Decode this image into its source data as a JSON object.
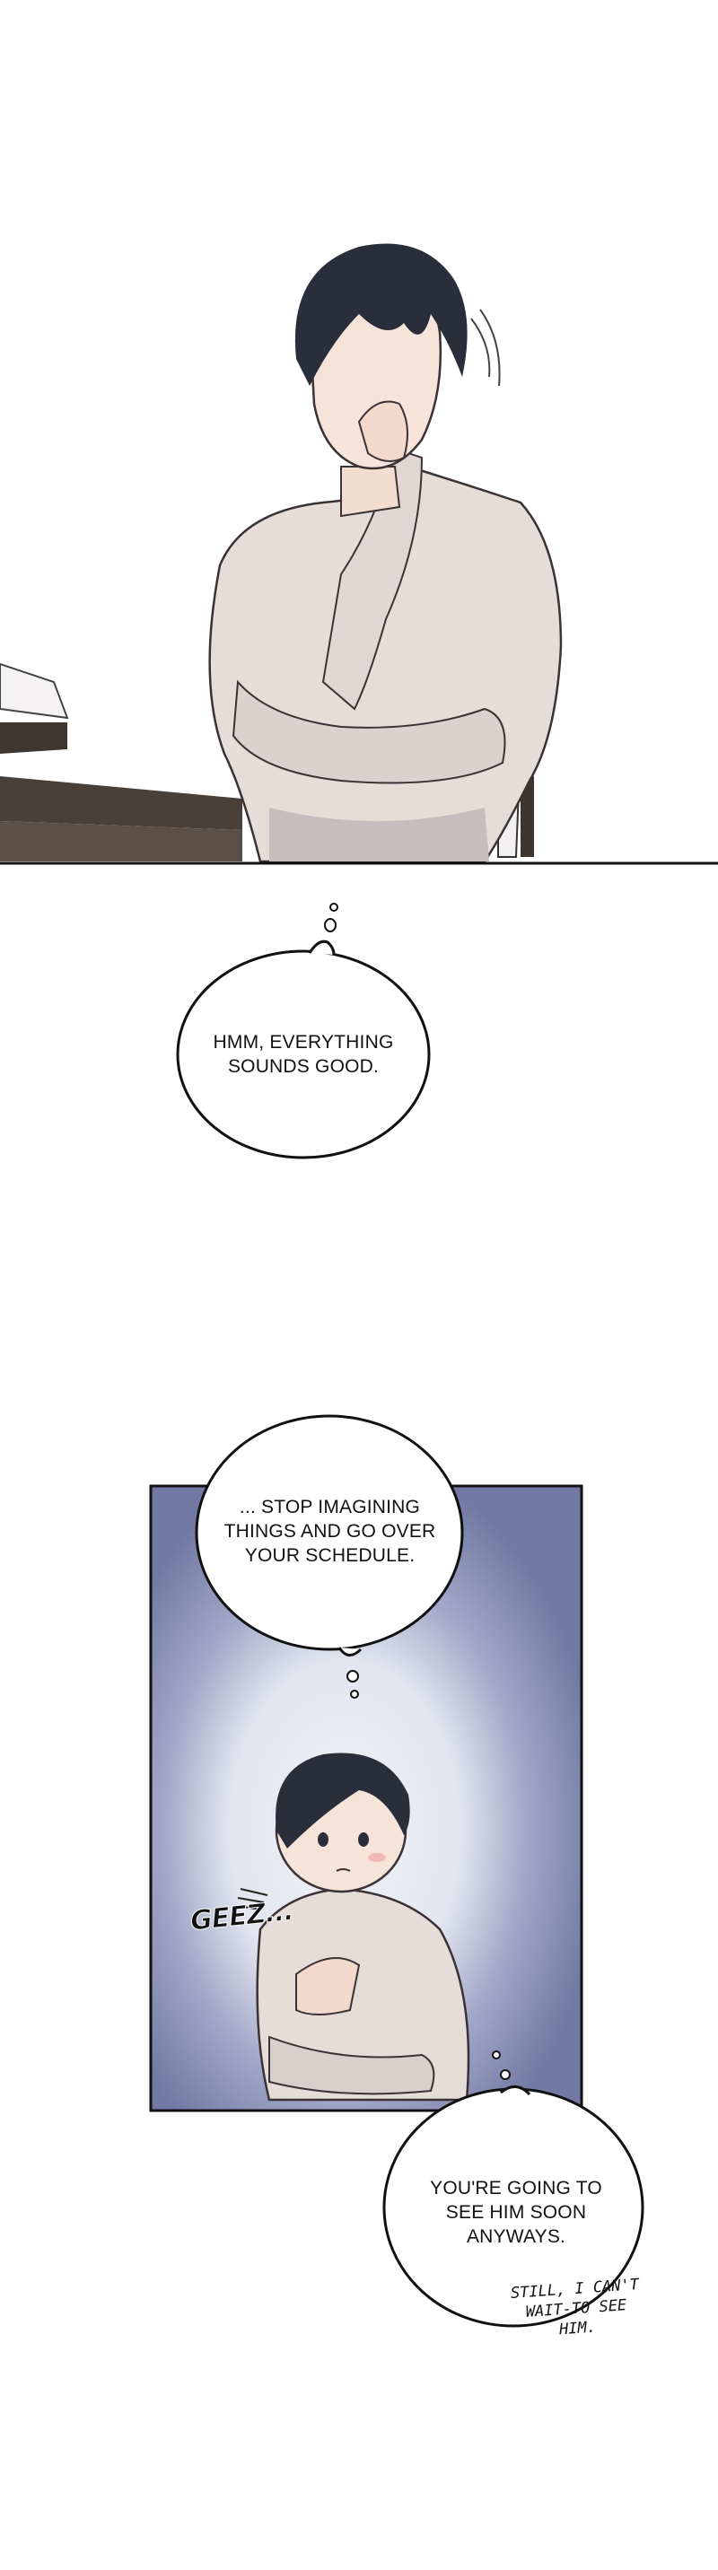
{
  "panels": [
    {
      "id": "man-thinking-panel"
    },
    {
      "id": "thought-bubble-1",
      "text": [
        "HMM, EVERYTHING",
        "SOUNDS GOOD."
      ]
    },
    {
      "id": "chibi-panel",
      "bubble_text": [
        "... STOP IMAGINING",
        "THINGS AND GO OVER",
        "YOUR SCHEDULE."
      ],
      "sfx": "GEEZ..."
    },
    {
      "id": "thought-bubble-3",
      "text": [
        "YOU'RE GOING TO",
        "SEE HIM SOON",
        "ANYWAYS."
      ],
      "handwritten": [
        "STILL, I CAN'T",
        "WAIT-TO SEE",
        "HIM."
      ]
    }
  ],
  "colors": {
    "panel_bg": "#7d84ad",
    "glow": "#eef0f6",
    "sweater": "#e6dcd8",
    "hair": "#2a2e3a",
    "table": "#4a4038"
  }
}
